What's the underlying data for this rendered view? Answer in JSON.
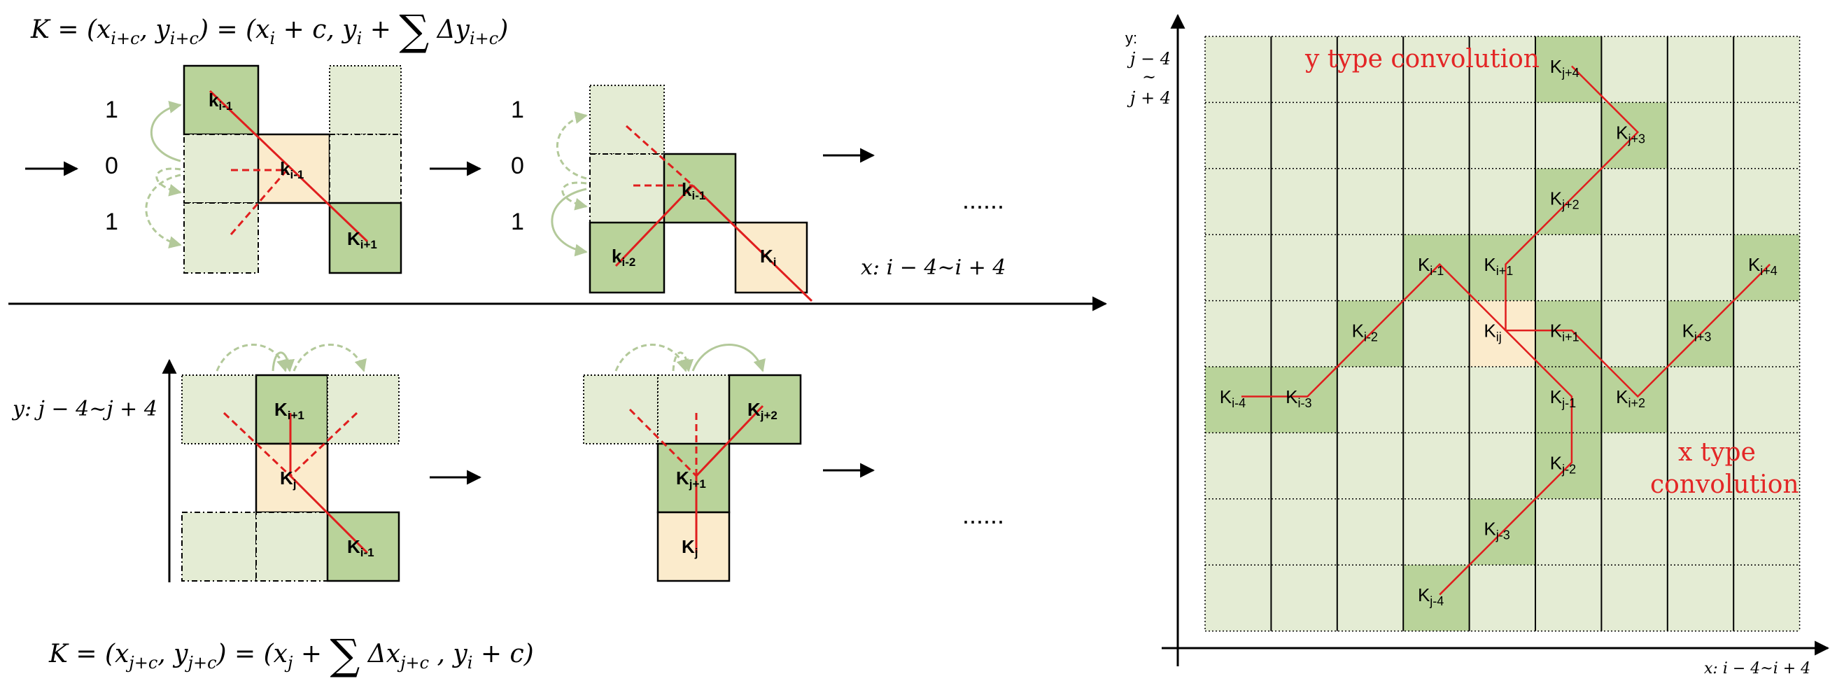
{
  "colors": {
    "light": "#e4ecd4",
    "medium": "#b9d39a",
    "center": "#fbebcc",
    "line": "#e01e1e",
    "arrow": "#b3c99a",
    "label": "#e32626",
    "ink": "#000000"
  },
  "top": {
    "formula": "K = (xᵢ₊꜀, yᵢ₊꜀) = (xᵢ + c, yᵢ + ∑ Δyᵢ₊꜀)",
    "formula_parts": {
      "lhs": "K = (x",
      "s1": "i+c",
      "m1": ", y",
      "s2": "i+c",
      "m2": ") = (x",
      "s3": "i",
      "m3": " + c, y",
      "s4": "i",
      "m4": " + ",
      "sum": "∑",
      "m5": " Δy",
      "s5": "i+c",
      "m6": ")"
    },
    "offsets": [
      "1",
      "0",
      "1"
    ],
    "offsets2": [
      "1",
      "0",
      "1"
    ],
    "step1_labels": [
      "k",
      "i-1",
      "k",
      "i-1",
      "K",
      "i+1"
    ],
    "step2_labels": [
      "k",
      "i-1",
      "k",
      "i-2",
      "K",
      "i"
    ],
    "ellipsis": "......",
    "range": "x: i − 4~i + 4"
  },
  "bottom": {
    "range": "y: j − 4~j + 4",
    "step1_labels": [
      "K",
      "i+1",
      "K",
      "j",
      "K",
      "i-1"
    ],
    "step2_labels": [
      "K",
      "j+2",
      "K",
      "j+1",
      "K",
      "j"
    ],
    "ellipsis": "......",
    "formula_parts": {
      "lhs": "K = (x",
      "s1": "j+c",
      "m1": ", y",
      "s2": "j+c",
      "m2": ") = (x",
      "s3": "j",
      "m3": " + ",
      "sum": "∑",
      "m4": " Δx",
      "s4": "j+c",
      "m5": " , y",
      "s5": "i",
      "m6": " + c)"
    }
  },
  "right": {
    "y_axis_label": "y:",
    "y_range_top": "j − 4",
    "y_range_mid": "~",
    "y_range_bot": "j + 4",
    "x_axis_label": "x: i − 4~i + 4",
    "y_type_label": "y type convolution",
    "x_type_label_1": "x type",
    "x_type_label_2": "convolution",
    "cells": [
      {
        "label": "K",
        "sub": "j+4"
      },
      {
        "label": "K",
        "sub": "j+3"
      },
      {
        "label": "K",
        "sub": "j+2"
      },
      {
        "label": "K",
        "sub": "i-1"
      },
      {
        "label": "K",
        "sub": "i+1"
      },
      {
        "label": "K",
        "sub": "i+4"
      },
      {
        "label": "K",
        "sub": "i-2"
      },
      {
        "label": "K",
        "sub": "ij"
      },
      {
        "label": "K",
        "sub": "i+1"
      },
      {
        "label": "K",
        "sub": "i+3"
      },
      {
        "label": "K",
        "sub": "i-4"
      },
      {
        "label": "K",
        "sub": "i-3"
      },
      {
        "label": "K",
        "sub": "j-1"
      },
      {
        "label": "K",
        "sub": "i+2"
      },
      {
        "label": "K",
        "sub": "j-2"
      },
      {
        "label": "K",
        "sub": "j-3"
      },
      {
        "label": "K",
        "sub": "j-4"
      }
    ]
  }
}
